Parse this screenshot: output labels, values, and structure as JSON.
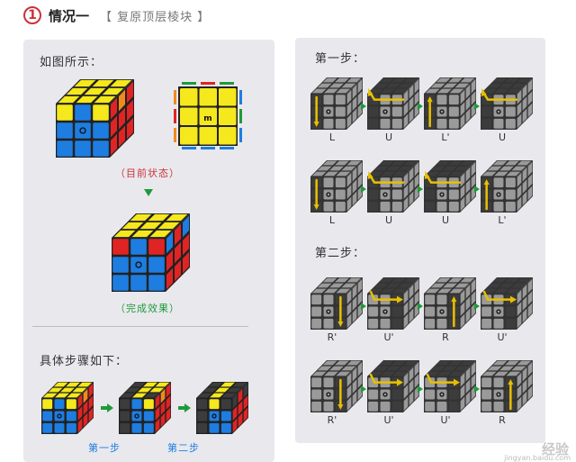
{
  "header": {
    "number": "1",
    "title": "情况一",
    "subtitle": "【 复原顶层棱块 】"
  },
  "left": {
    "intro": "如图所示：",
    "current_caption": "（目前状态）",
    "result_caption": "（完成效果）",
    "steps_heading": "具体步骤如下：",
    "step1_caption": "第一步",
    "step2_caption": "第二步"
  },
  "right": {
    "step1_heading": "第一步：",
    "step2_heading": "第二步：",
    "step1_row1": [
      "L",
      "U",
      "L'",
      "U"
    ],
    "step1_row2": [
      "L",
      "U",
      "U",
      "L'"
    ],
    "step2_row1": [
      "R'",
      "U'",
      "R",
      "U'"
    ],
    "step2_row2": [
      "R'",
      "U'",
      "U'",
      "R"
    ]
  },
  "watermark": {
    "text": "经验",
    "url": "jingyan.baidu.com"
  },
  "colors": {
    "accent": "#c9333a",
    "yellow": "#f5e81c",
    "blue": "#1e7de0",
    "red": "#e02424",
    "green": "#1f9a3a",
    "orange": "#f08a1c",
    "gray": "#9a9a9a",
    "dark": "#3c3c3c",
    "arrow": "#e8c000",
    "panel": "#e9e9ed"
  }
}
